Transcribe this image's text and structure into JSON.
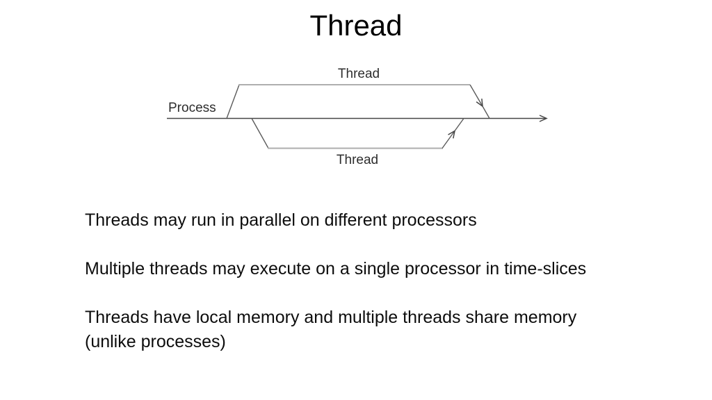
{
  "slide": {
    "title": "Thread",
    "diagram": {
      "process_label": "Process",
      "thread_top_label": "Thread",
      "thread_bottom_label": "Thread"
    },
    "body": {
      "line1": "Threads may run in parallel on different processors",
      "line2": "Multiple threads may execute on a single processor in time-slices",
      "line3": "Threads have local memory and multiple threads share memory",
      "line4": "(unlike processes)"
    }
  },
  "colors": {
    "background": "#ffffff",
    "title_text": "#000000",
    "body_text": "#0d0d0d",
    "diagram_label_text": "#2d2d2d",
    "line_dark": "#454545",
    "line_medium": "#5a5a5a",
    "line_light": "#aeaeae"
  }
}
